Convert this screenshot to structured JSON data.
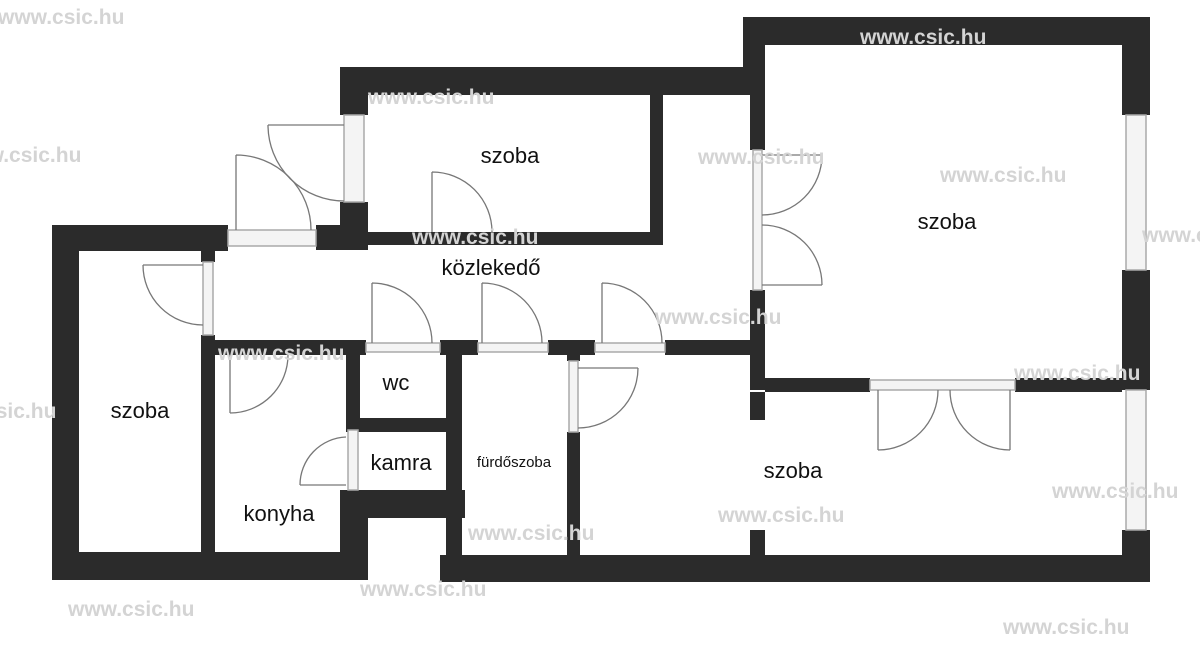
{
  "colors": {
    "wall": "#2b2b2b",
    "window": "#bbbbbb",
    "door": "#777777",
    "watermark": "#d4d4d4",
    "text": "#111111"
  },
  "rooms": {
    "szoba_top": "szoba",
    "szoba_right": "szoba",
    "szoba_left": "szoba",
    "szoba_bottom_right": "szoba",
    "kozlekedo": "közlekedő",
    "wc": "wc",
    "kamra": "kamra",
    "furdoszoba": "fürdőszoba",
    "konyha": "konyha"
  },
  "watermark": "www.csic.hu"
}
